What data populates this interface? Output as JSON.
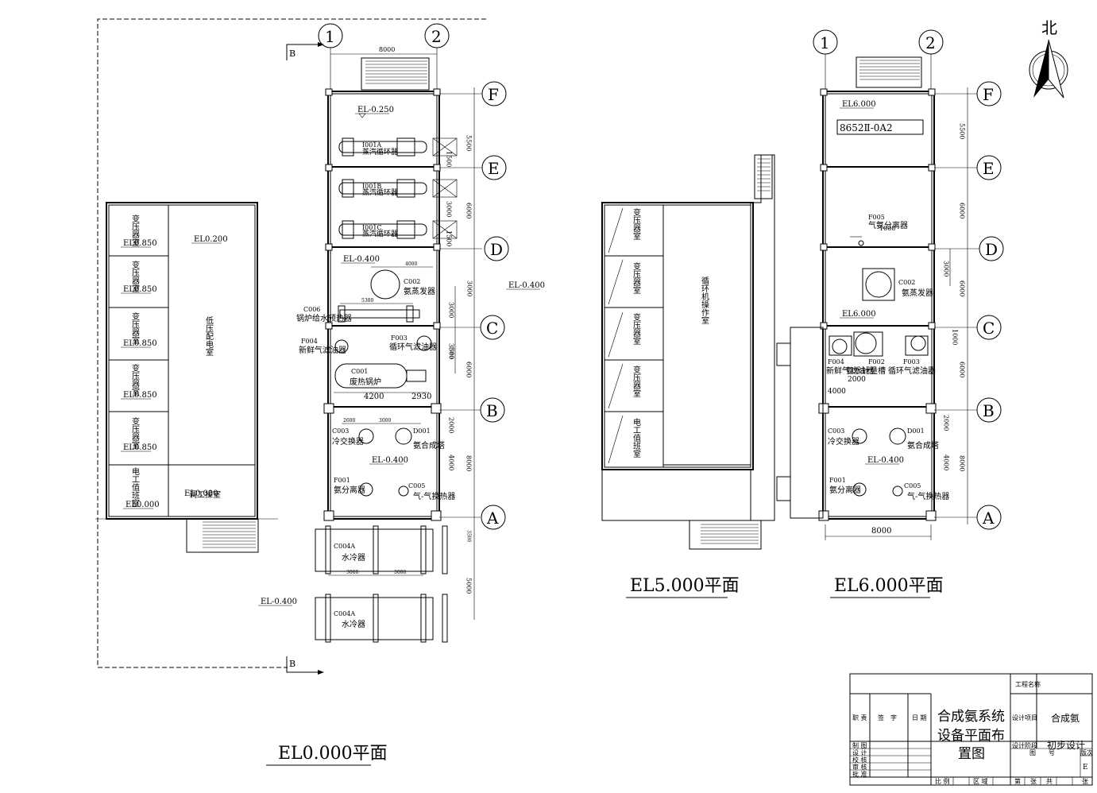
{
  "north_label": "北",
  "axes": {
    "numbers": [
      "1",
      "2"
    ],
    "letters": [
      "F",
      "E",
      "D",
      "C",
      "B",
      "A"
    ]
  },
  "plans": {
    "el0": {
      "title": "EL0.000平面",
      "section_marker": "B",
      "elevations": [
        "EL-0.250",
        "EL-0.400",
        "EL-0.400",
        "EL-0.400",
        "EL-0.400"
      ],
      "dimensions": [
        "8000",
        "5500",
        "6000",
        "6000",
        "8000",
        "3000",
        "3500",
        "3000",
        "1500",
        "1500",
        "4000",
        "5300",
        "2600",
        "3000",
        "2000",
        "4000",
        "4200",
        "2930",
        "3000",
        "3000",
        "5000",
        "3500",
        "1000"
      ],
      "rooms": [
        "变压器室",
        "变压器室",
        "变压器室",
        "变压器室",
        "变压器室",
        "电工值班室",
        "低压配电室",
        "调工操室"
      ],
      "room_levels": [
        "EL0.850",
        "EL0.850",
        "EL0.850",
        "EL0.850",
        "EL0.850",
        "EL0.000",
        "EL0.200",
        "EL0.000"
      ],
      "equipment": [
        {
          "tag": "I001A",
          "name": "蒸汽循环器"
        },
        {
          "tag": "I001B",
          "name": "蒸汽循环器"
        },
        {
          "tag": "I001C",
          "name": "蒸汽循环器"
        },
        {
          "tag": "C002",
          "name": "氨蒸发器"
        },
        {
          "tag": "C006",
          "name": "锅炉给水预热器"
        },
        {
          "tag": "F004",
          "name": "新鲜气滤油器"
        },
        {
          "tag": "F003",
          "name": "循环气滤油器"
        },
        {
          "tag": "C001",
          "name": "废热锅炉"
        },
        {
          "tag": "C003",
          "name": "冷交换器"
        },
        {
          "tag": "D001",
          "name": "氨合成塔"
        },
        {
          "tag": "F001",
          "name": "氨分离器"
        },
        {
          "tag": "C005",
          "name": "气-气换热器"
        },
        {
          "tag": "C004A",
          "name": "水冷器"
        },
        {
          "tag": "C004A",
          "name": "水冷器"
        }
      ]
    },
    "el5": {
      "title": "EL5.000平面",
      "rooms": [
        "变压器室",
        "变压器室",
        "变压器室",
        "变压器室",
        "电工值班室"
      ],
      "main_room": "循环机操作室"
    },
    "el6": {
      "title": "EL6.000平面",
      "elevations": [
        "EL6.000",
        "EL6.000",
        "EL-0.400"
      ],
      "code_box": "8652Ⅱ-0A2",
      "dimensions": [
        "5500",
        "6000",
        "3000",
        "6000",
        "6000",
        "2000",
        "8000",
        "4000",
        "1000",
        "2000",
        "1000",
        "8000",
        "4000",
        "1000"
      ],
      "equipment": [
        {
          "tag": "F005",
          "name": "气氨分离器"
        },
        {
          "tag": "C002",
          "name": "氨蒸发器"
        },
        {
          "tag": "F004",
          "name": "新鲜气滤油器"
        },
        {
          "tag": "F002",
          "name": "氨水计量槽"
        },
        {
          "tag": "F003",
          "name": "循环气滤油器"
        },
        {
          "tag": "C003",
          "name": "冷交换器"
        },
        {
          "tag": "D001",
          "name": "氨合成塔"
        },
        {
          "tag": "F001",
          "name": "氨分离器"
        },
        {
          "tag": "C005",
          "name": "气-气换热器"
        }
      ]
    }
  },
  "title_block": {
    "project_label": "工程名称",
    "project_value": "",
    "design_item_label": "设计项目",
    "design_item_value": "合成氨",
    "drawing_title": [
      "合成氨系统",
      "设备平面布",
      "置图"
    ],
    "stage_label": "设计阶段",
    "stage_value": "初步设计",
    "drawing_no_label": "图　　号",
    "version_label": "版次",
    "version_value": "E",
    "header": [
      "职 责",
      "签　字",
      "日 期"
    ],
    "roles": [
      "制 图",
      "设 计",
      "校 核",
      "审 核",
      "批 准"
    ],
    "bottom": [
      "比 例",
      "区 域",
      "第",
      "张",
      "共",
      "张"
    ]
  }
}
